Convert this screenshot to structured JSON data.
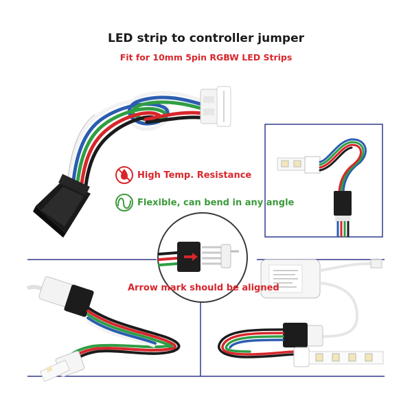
{
  "header": {
    "title": "LED strip to controller jumper",
    "subtitle": "Fit for 10mm 5pin RGBW LED Strips"
  },
  "features": [
    {
      "icon": "flame-icon",
      "label": "High Temp. Resistance",
      "color": "#d8262b"
    },
    {
      "icon": "bend-icon",
      "label": "Flexible, can bend in any angle",
      "color": "#3c9a3c"
    }
  ],
  "note": {
    "label": "Arrow mark should be aligned",
    "color": "#d8262b"
  },
  "colors": {
    "divider": "#2e3a8c",
    "wire_red": "#d8262b",
    "wire_green": "#2f9e44",
    "wire_blue": "#2a5db0",
    "wire_black": "#1b1b1b",
    "wire_white": "#f2f2f2"
  }
}
